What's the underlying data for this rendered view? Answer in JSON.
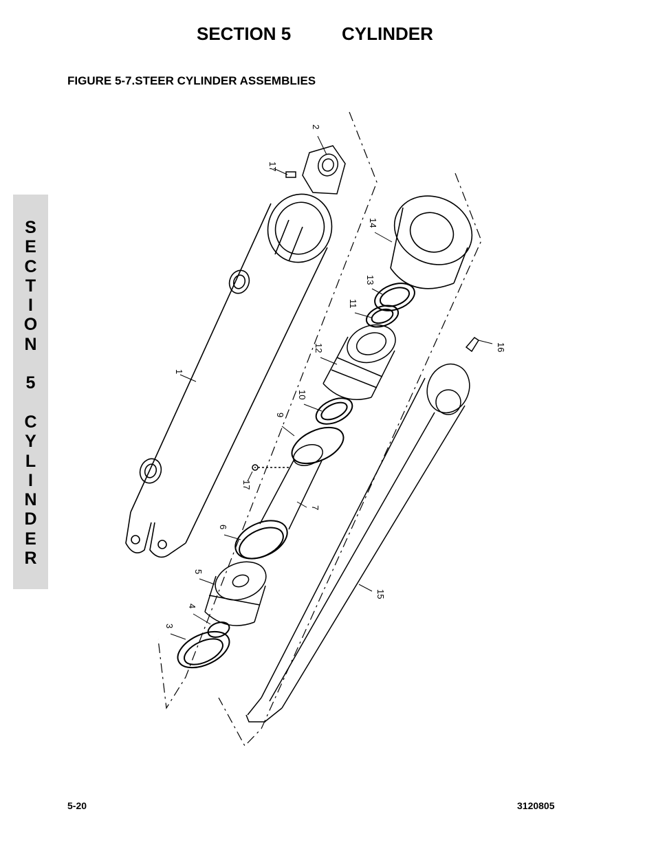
{
  "header": {
    "section": "SECTION 5",
    "title": "CYLINDER"
  },
  "figure_title": "FIGURE 5-7.STEER CYLINDER ASSEMBLIES",
  "side_tab": "S\nE\nC\nT\nI\nO\nN\n\n5\n\nC\nY\nL\nI\nN\nD\nE\nR",
  "footer": {
    "page": "5-20",
    "doc_number": "3120805"
  },
  "callouts": [
    "2",
    "17",
    "14",
    "13",
    "11",
    "1",
    "12",
    "16",
    "10",
    "9",
    "17",
    "7",
    "6",
    "15",
    "5",
    "4",
    "3"
  ]
}
